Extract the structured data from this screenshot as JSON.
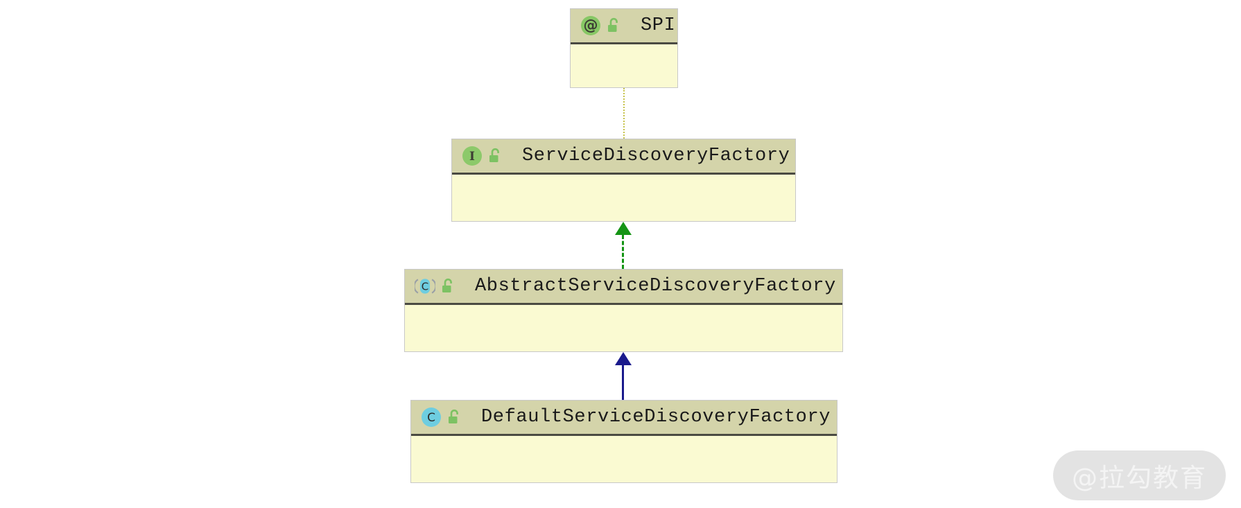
{
  "diagram": {
    "type": "uml-class-diagram",
    "background_color": "#ffffff",
    "nodes": [
      {
        "id": "spi",
        "title": "SPI",
        "stereotype": "annotation",
        "kind_icon": "annotation-at-icon",
        "visibility_icon": "public-unlocked-padlock-icon",
        "header_color": "#d4d4aa",
        "body_color": "#fafad2",
        "members": []
      },
      {
        "id": "service-discovery-factory",
        "title": "ServiceDiscoveryFactory",
        "stereotype": "interface",
        "kind_icon": "interface-i-icon",
        "visibility_icon": "public-unlocked-padlock-icon",
        "header_color": "#d4d4aa",
        "body_color": "#fafad2",
        "members": []
      },
      {
        "id": "abstract-service-discovery-factory",
        "title": "AbstractServiceDiscoveryFactory",
        "stereotype": "abstract-class",
        "kind_icon": "abstract-class-c-icon",
        "visibility_icon": "public-unlocked-padlock-icon",
        "header_color": "#d4d4aa",
        "body_color": "#fafad2",
        "members": []
      },
      {
        "id": "default-service-discovery-factory",
        "title": "DefaultServiceDiscoveryFactory",
        "stereotype": "class",
        "kind_icon": "class-c-icon",
        "visibility_icon": "public-unlocked-padlock-icon",
        "header_color": "#d4d4aa",
        "body_color": "#fafad2",
        "members": []
      }
    ],
    "edges": [
      {
        "id": "edge-annotation",
        "from": "service-discovery-factory",
        "to": "spi",
        "relation": "annotated-by",
        "line_style": "dotted",
        "color": "#c6c24a",
        "arrow": "none"
      },
      {
        "id": "edge-realization",
        "from": "abstract-service-discovery-factory",
        "to": "service-discovery-factory",
        "relation": "implements",
        "line_style": "dashed",
        "color": "#149414",
        "arrow": "filled-triangle-up"
      },
      {
        "id": "edge-generalization",
        "from": "default-service-discovery-factory",
        "to": "abstract-service-discovery-factory",
        "relation": "extends",
        "line_style": "solid",
        "color": "#1a1a8c",
        "arrow": "filled-triangle-up"
      }
    ]
  },
  "watermark": {
    "text": "@拉勾教育",
    "pill_color": "#e3e3e3",
    "text_color": "#f4f4f4"
  }
}
